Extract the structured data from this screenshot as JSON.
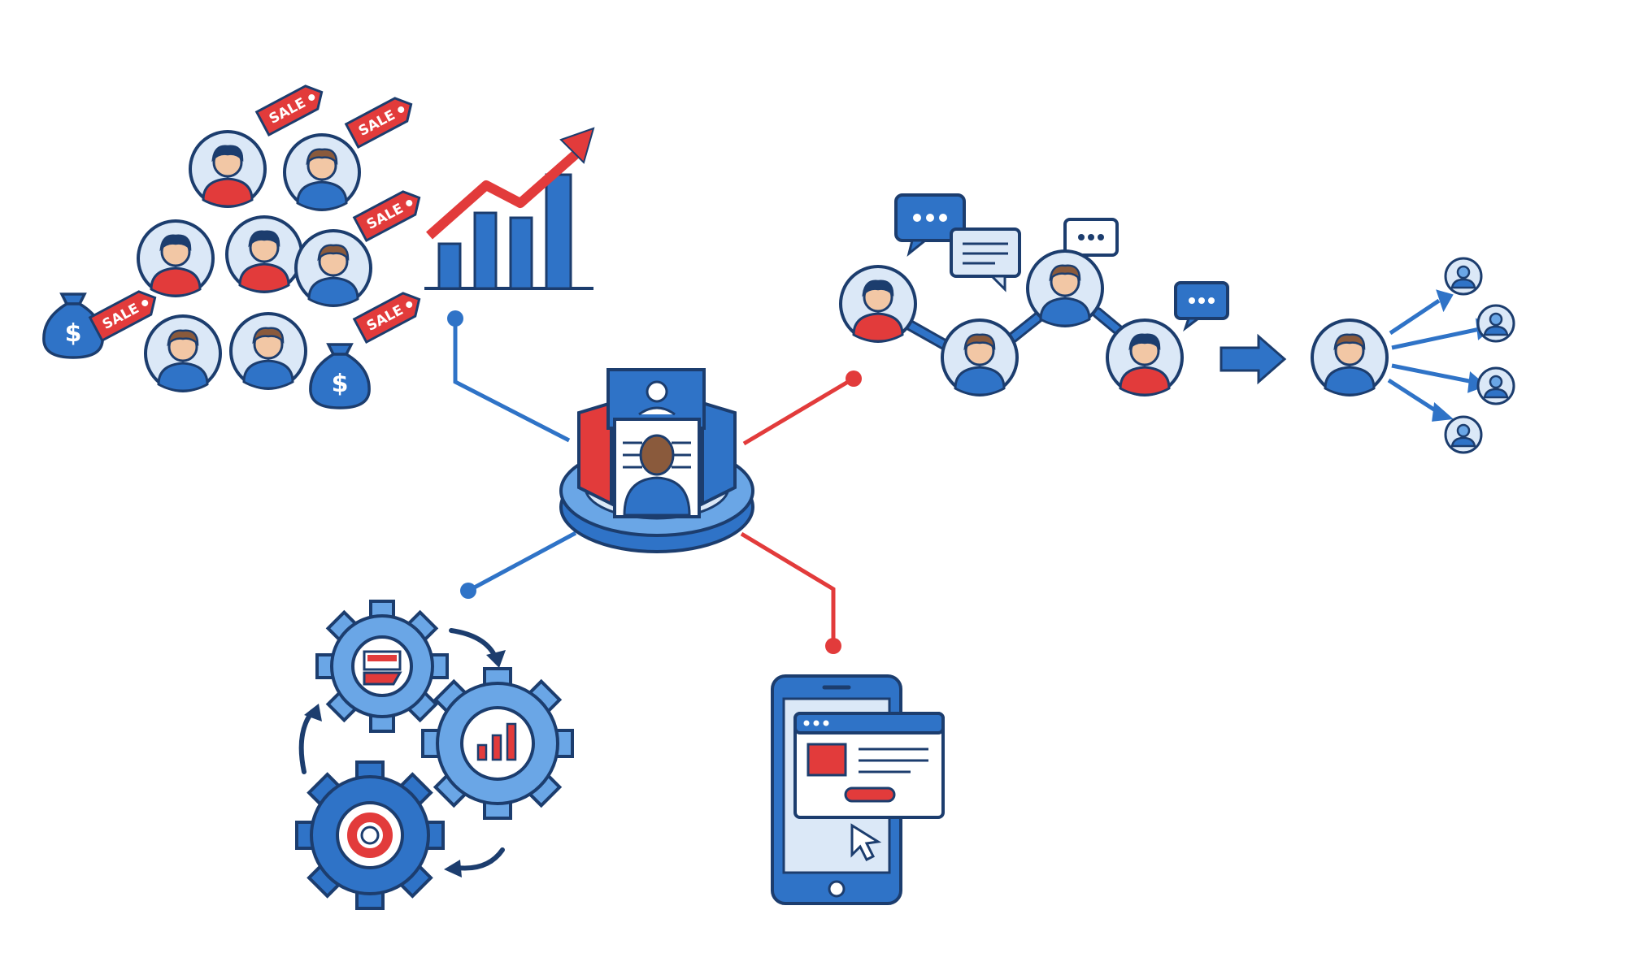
{
  "colors": {
    "blue": "#2f73c7",
    "light_blue": "#6aa6e6",
    "pale_blue": "#dbe8f7",
    "navy": "#1c3d6e",
    "red": "#e23b3b",
    "skin_light": "#f2c7a5",
    "skin_dark": "#8a5a3c"
  },
  "sales_tags": {
    "tag1": "SALE",
    "tag2": "SALE",
    "tag3": "SALE",
    "tag4": "SALE",
    "tag5": "SALE"
  },
  "icons": {
    "center": "profile-card-platform-icon",
    "top_left": "customers-with-sale-tags-icon",
    "growth": "growth-bar-chart-icon",
    "top_right": "referral-network-icon",
    "bottom_left": "automation-gears-icon",
    "bottom_center": "mobile-web-app-icon"
  }
}
